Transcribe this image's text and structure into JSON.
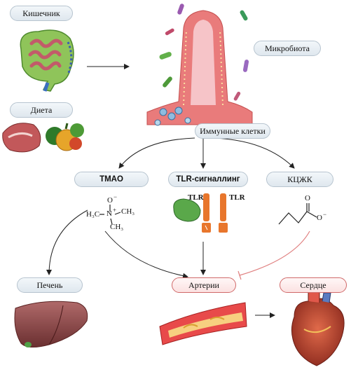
{
  "labels": {
    "intestine": "Кишечник",
    "microbiota": "Микробиота",
    "diet": "Диета",
    "immune_cells": "Иммунные клетки",
    "tmao": "TMAO",
    "tlr_signaling": "TLR-сигналлинг",
    "scfa": "КЦЖК",
    "liver": "Печень",
    "arteries": "Артерии",
    "heart": "Сердце"
  },
  "tlr": {
    "left": "TLR",
    "right": "TLR"
  },
  "tmao_formula": {
    "oxygen": "O",
    "charge": "−",
    "nitrogen": "N",
    "plus": "+",
    "ch3_left": "H₃C",
    "ch3_right": "CH₃",
    "ch3_bottom": "CH₃"
  },
  "scfa_formula": {
    "oxygen_top": "O",
    "oxygen_side": "O",
    "charge": "−"
  },
  "colors": {
    "label_blue_border": "#b7c4cf",
    "label_red_border": "#d06a6a",
    "arrow": "#222222",
    "inhibit": "#e08080",
    "villus": "#e97b7b",
    "tlr_orange": "#e8762c"
  }
}
